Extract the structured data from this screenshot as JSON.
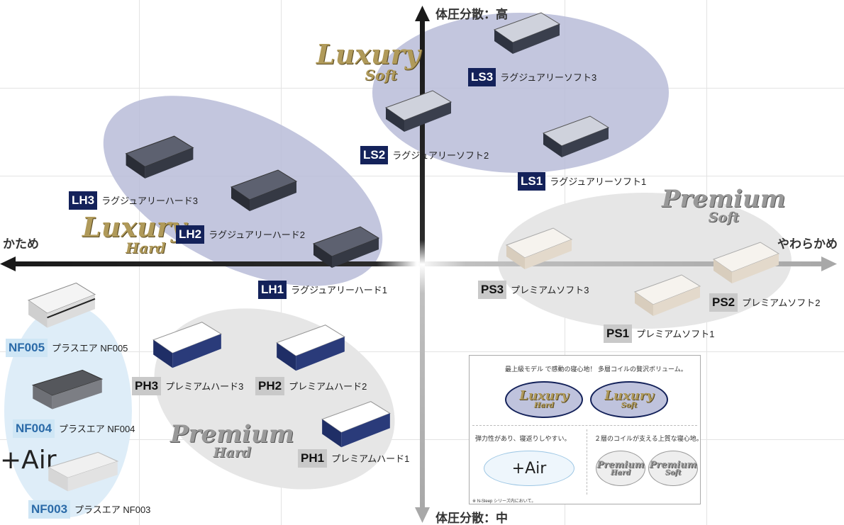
{
  "axes": {
    "top_label": "体圧分散：高",
    "bottom_label": "体圧分散：中",
    "left_label": "かため",
    "right_label": "やわらかめ"
  },
  "groups": {
    "luxury_soft": {
      "line1": "Luxury",
      "line2": "Soft"
    },
    "luxury_hard": {
      "line1": "Luxury",
      "line2": "Hard"
    },
    "premium_soft": {
      "line1": "Premium",
      "line2": "Soft"
    },
    "premium_hard": {
      "line1": "Premium",
      "line2": "Hard"
    },
    "plus_air": {
      "logo": "+Air"
    }
  },
  "products": {
    "ls3": {
      "code": "LS3",
      "name": "ラグジュアリーソフト3"
    },
    "ls2": {
      "code": "LS2",
      "name": "ラグジュアリーソフト2"
    },
    "ls1": {
      "code": "LS1",
      "name": "ラグジュアリーソフト1"
    },
    "lh3": {
      "code": "LH3",
      "name": "ラグジュアリーハード3"
    },
    "lh2": {
      "code": "LH2",
      "name": "ラグジュアリーハード2"
    },
    "lh1": {
      "code": "LH1",
      "name": "ラグジュアリーハード1"
    },
    "ps3": {
      "code": "PS3",
      "name": "プレミアムソフト3"
    },
    "ps2": {
      "code": "PS2",
      "name": "プレミアムソフト2"
    },
    "ps1": {
      "code": "PS1",
      "name": "プレミアムソフト1"
    },
    "ph3": {
      "code": "PH3",
      "name": "プレミアムハード3"
    },
    "ph2": {
      "code": "PH2",
      "name": "プレミアムハード2"
    },
    "ph1": {
      "code": "PH1",
      "name": "プレミアムハード1"
    },
    "nf005": {
      "code": "NF005",
      "name": "プラスエア NF005"
    },
    "nf004": {
      "code": "NF004",
      "name": "プラスエア NF004"
    },
    "nf003": {
      "code": "NF003",
      "name": "プラスエア NF003"
    }
  },
  "legend": {
    "top_text": "最上級モデル で感動の寝心地！ 多層コイルの贅沢ボリューム。",
    "top_superscript": "※",
    "left_text": "弾力性があり、寝返りしやすい。",
    "right_text": "２層のコイルが支える上質な寝心地。",
    "footnote": "※ N-Sleep シリーズ内において。",
    "luxury_hard": {
      "line1": "Luxury",
      "line2": "Hard"
    },
    "luxury_soft": {
      "line1": "Luxury",
      "line2": "Soft"
    },
    "plus_air": "+Air",
    "premium_hard": {
      "line1": "Premium",
      "line2": "Hard"
    },
    "premium_soft": {
      "line1": "Premium",
      "line2": "Soft"
    }
  },
  "colors": {
    "luxury_navy": "#14225a",
    "luxury_gold": "#b09a5a",
    "luxury_zone": "#b9bcd8",
    "premium_zone": "#e6e6e6",
    "plus_air_zone": "#deedf8"
  }
}
